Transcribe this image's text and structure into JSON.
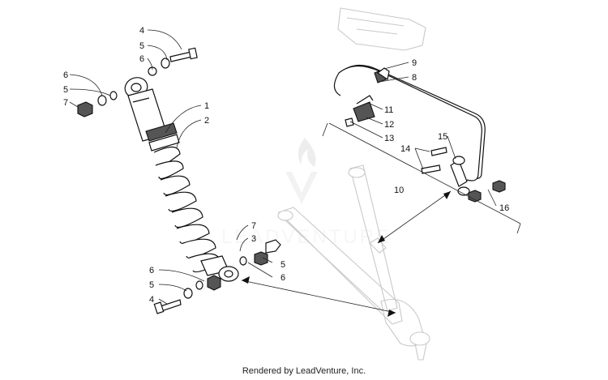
{
  "callouts": {
    "c1": "1",
    "c2": "2",
    "c3": "3",
    "c4a": "4",
    "c4b": "4",
    "c5a": "5",
    "c5b": "5",
    "c5c": "5",
    "c5d": "5",
    "c6a": "6",
    "c6b": "6",
    "c6c": "6",
    "c6d": "6",
    "c7a": "7",
    "c7b": "7",
    "c8": "8",
    "c9": "9",
    "c10": "10",
    "c11": "11",
    "c12": "12",
    "c13": "13",
    "c14": "14",
    "c15": "15",
    "c16": "16"
  },
  "watermark": "LEADVENTURE",
  "footer": "Rendered by LeadVenture, Inc."
}
